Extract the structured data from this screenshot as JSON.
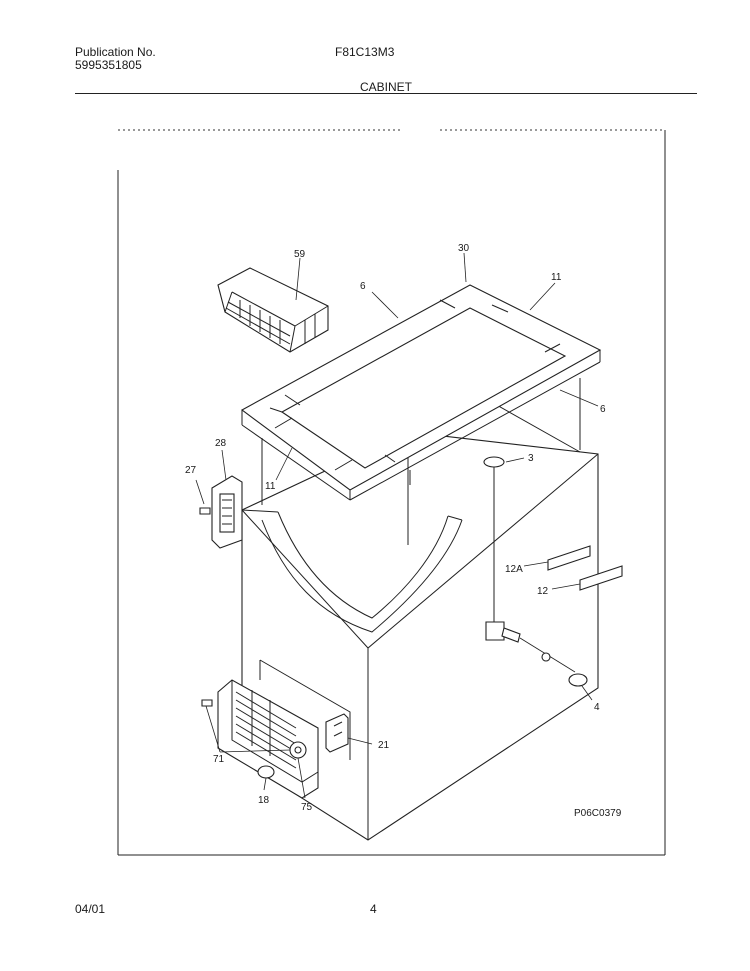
{
  "header": {
    "publication_label": "Publication No.",
    "publication_number": "5995351805",
    "model": "F81C13M3",
    "section": "CABINET"
  },
  "diagram": {
    "drawing_code": "P06C0379",
    "part_labels": {
      "basket": "59",
      "breaker_strip_top": "30",
      "breaker_strip_left": "6",
      "breaker_strip_right": "6",
      "corner_top_right": "11",
      "corner_front_left": "11",
      "hinge": "28",
      "hinge_screw": "27",
      "drain_plug": "3",
      "label_12a": "12A",
      "label_12": "12",
      "drain_cap": "4",
      "relay": "21",
      "grille": "71",
      "knob": "18",
      "thermostat": "75"
    }
  },
  "footer": {
    "date": "04/01",
    "page": "4"
  }
}
